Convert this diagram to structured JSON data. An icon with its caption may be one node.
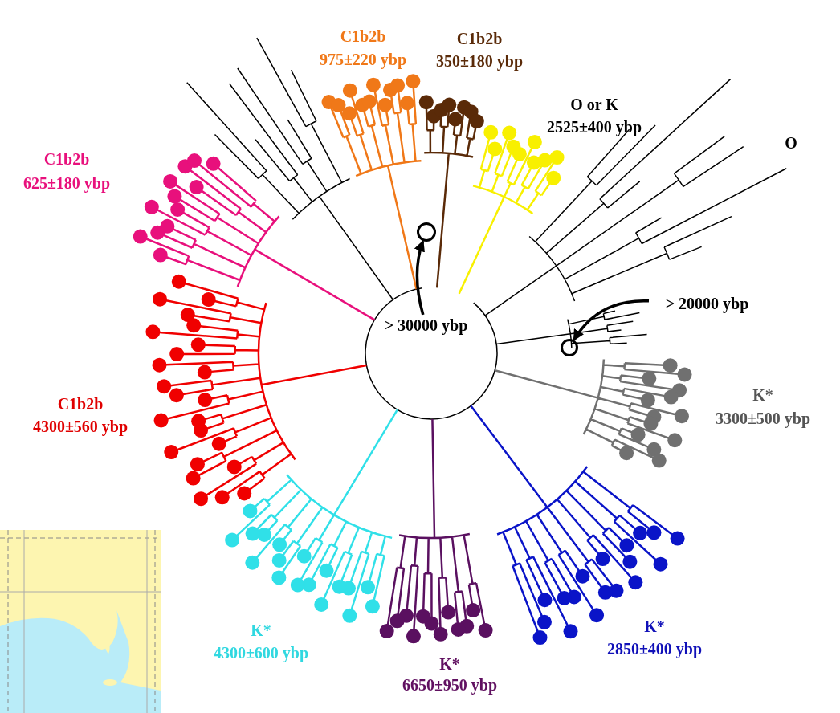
{
  "diagram": {
    "nodes": [
      {
        "text": [
          "> 30000 ybp"
        ]
      },
      {
        "text": [],
        "shape": "circle"
      },
      {
        "text": [
          "> 20000 ybp"
        ]
      },
      {
        "text": [],
        "shape": "circle"
      }
    ],
    "edges": [
      {
        "from": 0,
        "to": 1,
        "arrow": "to"
      },
      {
        "from": 2,
        "to": 3,
        "arrow": "to"
      }
    ],
    "labels": [
      "C1b2b",
      "975±220 ybp",
      "C1b2b",
      "350±180 ybp",
      "O or K",
      "2525±400 ybp",
      "O",
      "C1b2b",
      "625±180 ybp",
      "C1b2b",
      "4300±560 ybp",
      "K*",
      "3300±500 ybp",
      "K*",
      "4300±600 ybp",
      "K*",
      "2850±400 ybp",
      "K*",
      "6650±950 ybp"
    ]
  }
}
